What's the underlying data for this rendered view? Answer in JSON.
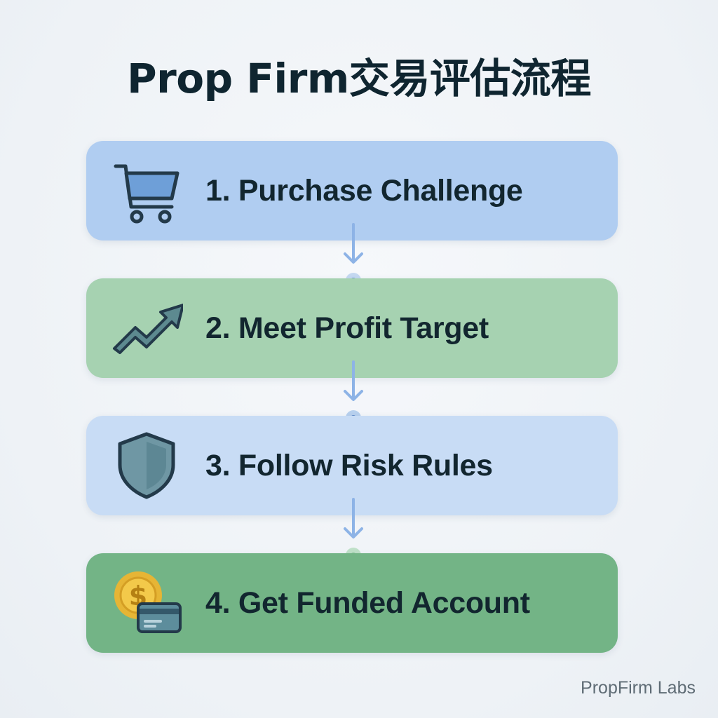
{
  "title": "Prop Firm交易评估流程",
  "steps": [
    {
      "label": "1. Purchase Challenge",
      "icon": "shopping-cart-icon",
      "color": "#b0cdf1"
    },
    {
      "label": "2. Meet Profit Target",
      "icon": "trend-up-arrow-icon",
      "color": "#a6d2b1"
    },
    {
      "label": "3. Follow Risk Rules",
      "icon": "shield-icon",
      "color": "#c8dcf5"
    },
    {
      "label": "4. Get Funded Account",
      "icon": "coin-and-card-icon",
      "color": "#73b486"
    }
  ],
  "connectors": [
    {
      "icon": "down-arrow-icon",
      "color": "#8db3e6"
    },
    {
      "icon": "down-arrow-icon",
      "color": "#8db3e6"
    },
    {
      "icon": "down-arrow-icon",
      "color": "#a5d3b0"
    }
  ],
  "brand": "PropFirm Labs"
}
